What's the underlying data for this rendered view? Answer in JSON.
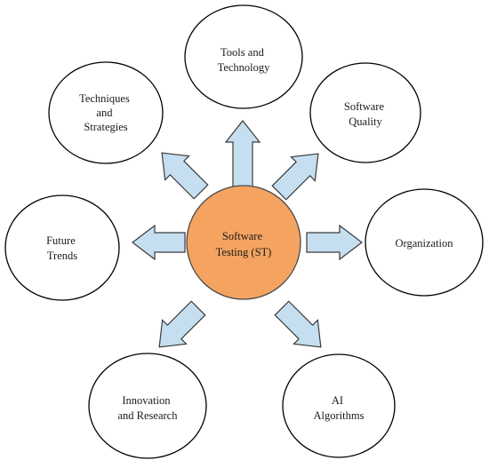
{
  "center": {
    "lines": [
      "Software",
      "Testing (ST)"
    ],
    "fill_color": "#f4a460"
  },
  "arrow_color": "#c5dff0",
  "nodes": [
    {
      "id": "tools-and-technology",
      "lines": [
        "Tools and",
        "Technology"
      ]
    },
    {
      "id": "software-quality",
      "lines": [
        "Software",
        "Quality"
      ]
    },
    {
      "id": "organization",
      "lines": [
        "Organization"
      ]
    },
    {
      "id": "ai-algorithms",
      "lines": [
        "AI",
        "Algorithms"
      ]
    },
    {
      "id": "innovation-and-research",
      "lines": [
        "Innovation",
        "and Research"
      ]
    },
    {
      "id": "future-trends",
      "lines": [
        "Future",
        "Trends"
      ]
    },
    {
      "id": "techniques-and-strategies",
      "lines": [
        "Techniques",
        "and",
        "Strategies"
      ]
    }
  ]
}
